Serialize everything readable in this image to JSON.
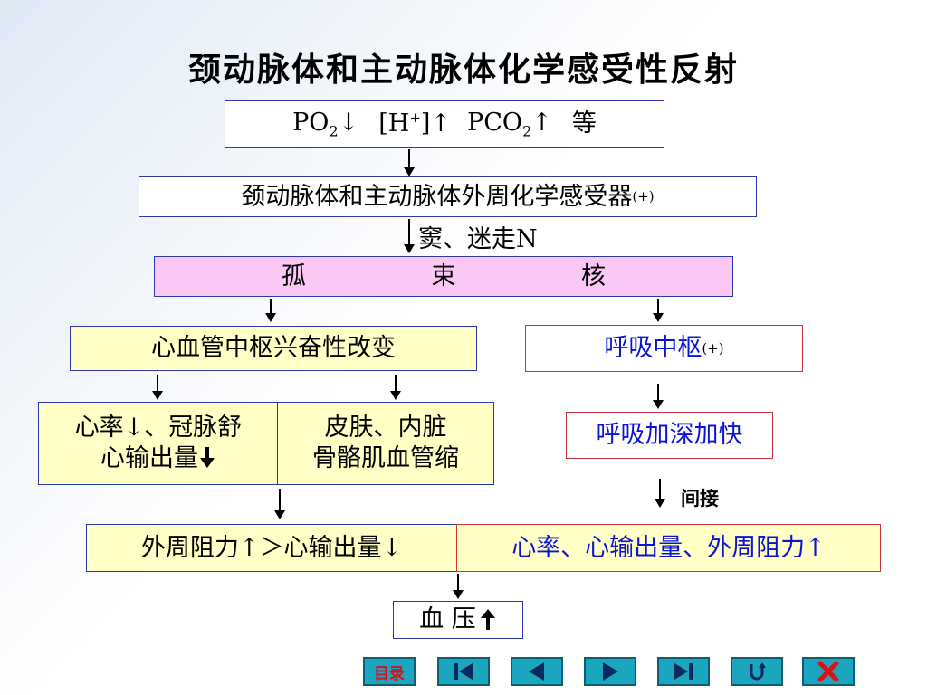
{
  "title": "颈动脉体和主动脉体化学感受性反射",
  "stimulus": {
    "po2": "PO",
    "po2_sub": "2",
    "po2_arrow": "↓",
    "h": "[H",
    "h_sup": "+",
    "h_close": "]",
    "h_arrow": "↑",
    "pco2": "PCO",
    "pco2_sub": "2",
    "pco2_arrow": "↑",
    "etc": "等"
  },
  "receptor": {
    "text": "颈动脉体和主动脉体外周化学感受器",
    "sign": "(+)"
  },
  "nerve_label": "窦、迷走N",
  "nucleus": {
    "c1": "孤",
    "c2": "束",
    "c3": "核"
  },
  "cardio_center": "心血管中枢兴奋性改变",
  "resp_center": {
    "text": "呼吸中枢",
    "sign": "(+)"
  },
  "effect_left": {
    "line1": "心率↓、冠脉舒",
    "line2": "心输出量"
  },
  "effect_right": {
    "line1": "皮肤、内脏",
    "line2": "骨骼肌血管缩"
  },
  "resp_effect": "呼吸加深加快",
  "indirect_label": "间接",
  "result_left": "外周阻力↑＞心输出量↓",
  "result_right": "心率、心输出量、外周阻力↑",
  "bp": "血 压",
  "nav": {
    "menu_label": "目录"
  },
  "colors": {
    "box_border": "#2b3aa8",
    "pink_fill": "#fbc8f6",
    "yellow_fill": "#ffffc6",
    "red_border": "#c7363b",
    "blue_text": "#0b14d6",
    "nav_button": "#1ba6c0"
  },
  "icons": [
    "bold-down-arrow-icon",
    "bold-up-arrow-icon",
    "first-page-icon",
    "previous-page-icon",
    "next-page-icon",
    "last-page-icon",
    "return-icon",
    "exit-icon"
  ]
}
